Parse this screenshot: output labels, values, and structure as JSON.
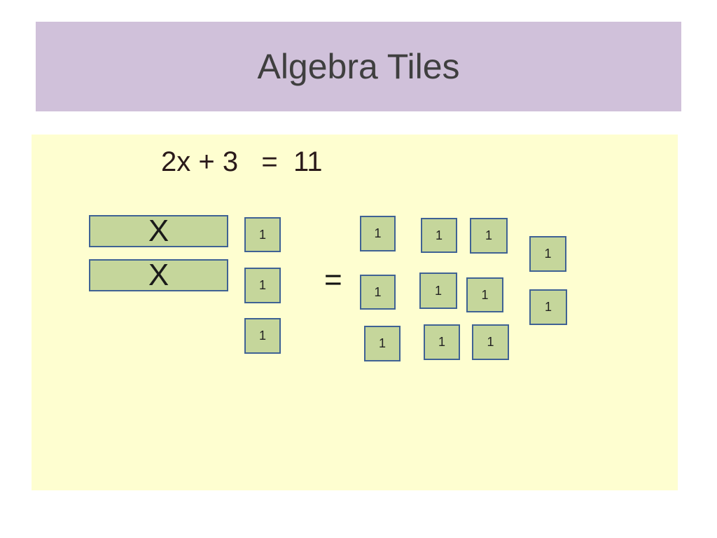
{
  "slide": {
    "title": "Algebra Tiles",
    "equation": "2x + 3   =  11",
    "equals": "="
  },
  "left_side": {
    "x_tiles": [
      {
        "label": "X"
      },
      {
        "label": "X"
      }
    ],
    "unit_tiles": [
      {
        "label": "1"
      },
      {
        "label": "1"
      },
      {
        "label": "1"
      }
    ]
  },
  "right_side": {
    "unit_tiles": [
      {
        "label": "1"
      },
      {
        "label": "1"
      },
      {
        "label": "1"
      },
      {
        "label": "1"
      },
      {
        "label": "1"
      },
      {
        "label": "1"
      },
      {
        "label": "1"
      },
      {
        "label": "1"
      },
      {
        "label": "1"
      },
      {
        "label": "1"
      },
      {
        "label": "1"
      }
    ]
  }
}
